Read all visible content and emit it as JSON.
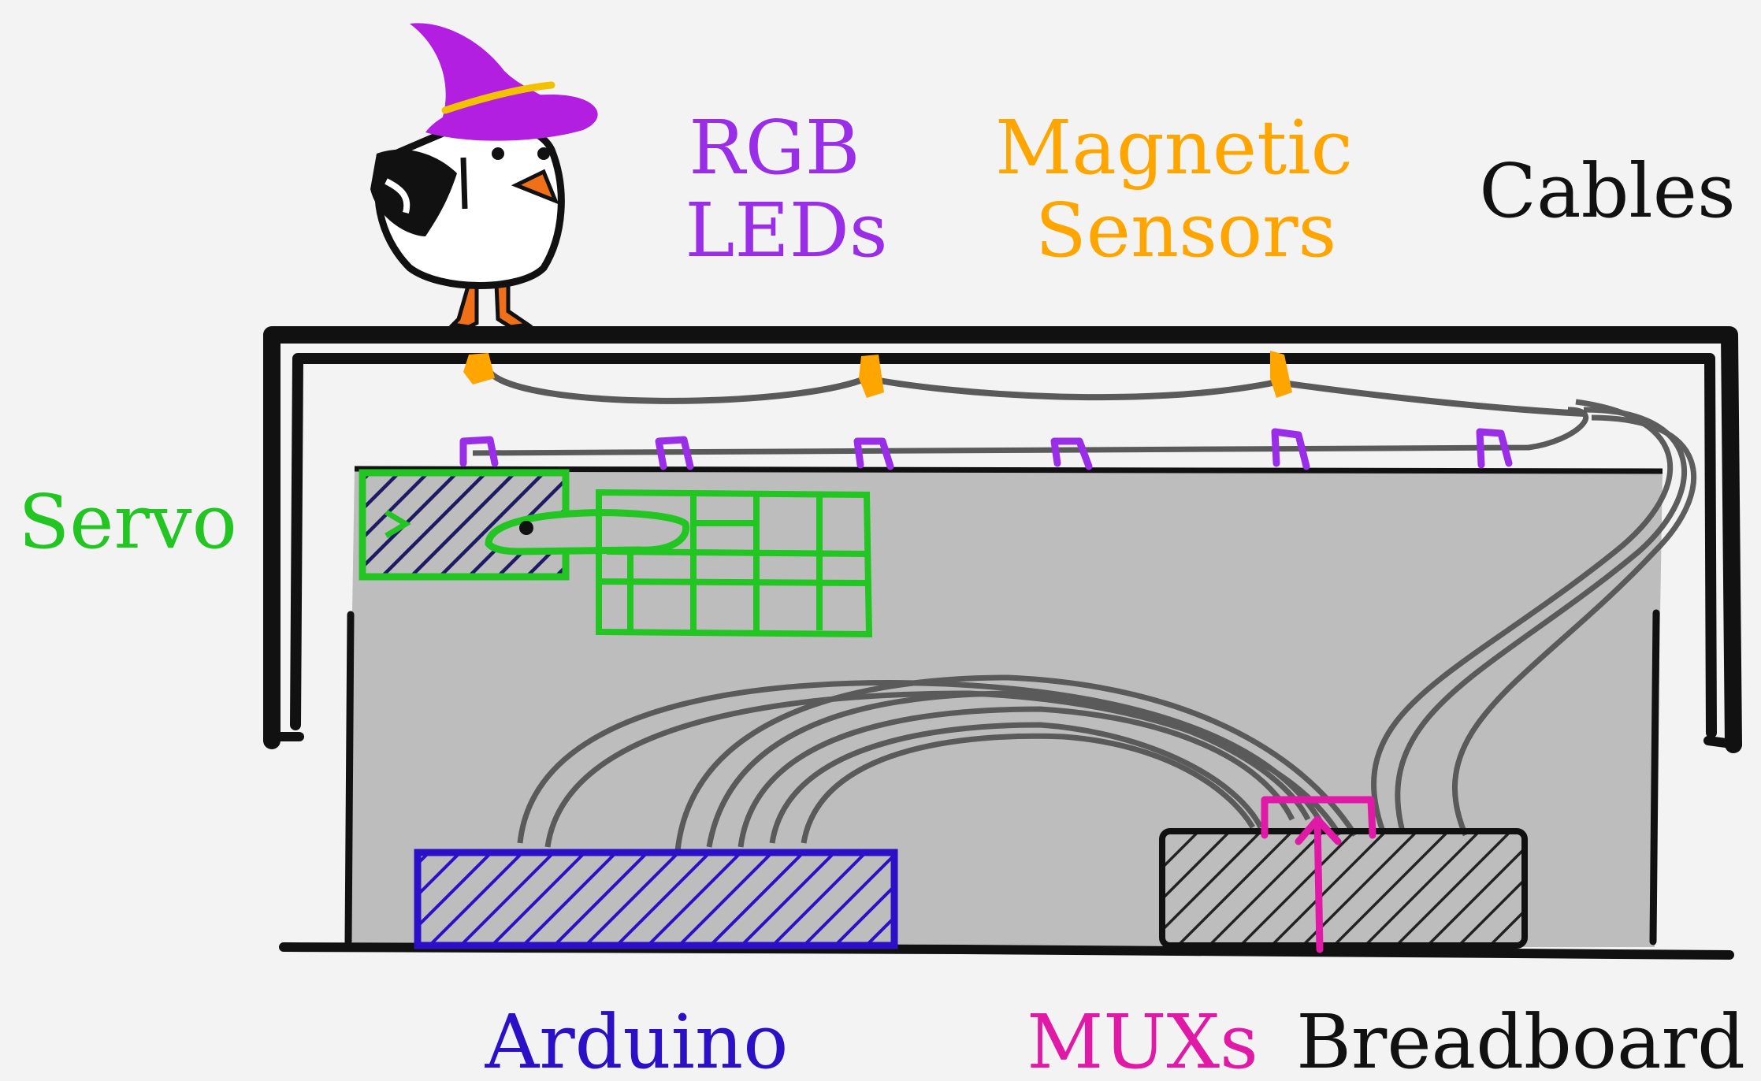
{
  "labels": {
    "rgb_leds": [
      "RGB",
      "LEDs"
    ],
    "magnetic_sensors": [
      "Magnetic",
      "Sensors"
    ],
    "cables": "Cables",
    "servo": "Servo",
    "arduino": "Arduino",
    "muxs": "MUXs",
    "breadboard": "Breadboard"
  },
  "colors": {
    "background": "#f3f3f3",
    "box_fill": "#bdbdbd",
    "frame": "#111111",
    "rgb_leds": "#9a2ee8",
    "magnetic_sensors": "#ffa500",
    "cables": "#111111",
    "cable_stroke": "#5a5a5a",
    "servo": "#22c522",
    "arduino": "#2b10c8",
    "muxs": "#e01aa6",
    "breadboard": "#111111",
    "hat": "#b21fe0",
    "hat_band": "#f2c200",
    "beak": "#f0701a"
  },
  "icons": {
    "mascot": "duck-with-witch-hat-icon"
  }
}
